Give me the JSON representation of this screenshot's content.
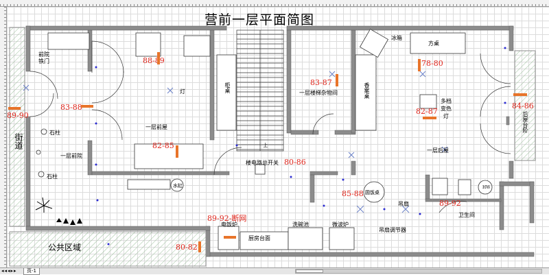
{
  "title": "营前一层平面简图",
  "sheet_tab": "页-1",
  "room_labels": {
    "front_gate": [
      "前院",
      "铁门"
    ],
    "street": "街道",
    "stone_pillar_1": "石柱",
    "stone_pillar_2": "石柱",
    "front_yard": "一层前院",
    "front_room": "一层前屋",
    "lamp": "灯",
    "cabinet_table": "柜桌",
    "stair_storage": "一层楼梯杂物间",
    "incense_table": "香案桌",
    "fridge": "冰箱",
    "square_table": "方桌",
    "multi_lamp": [
      "多档",
      "变色",
      "灯"
    ],
    "back_room": "一层后屋",
    "back_steps": "后屋台阶",
    "main_switch": "楼电路总开关",
    "water_vat": "水缸",
    "round_table": "圆饭桌",
    "ceiling_fan": "吊扇",
    "toilet": "卫生间",
    "rice_cooker": "电饭炉",
    "kitchen_counter": "厨房台面",
    "sink": "洗碗池",
    "microwave": "微波炉",
    "fan_regulator": "吊扇调节器",
    "public_area": "公共区域",
    "toilet_bowl": "HW",
    "up_mark": "上"
  },
  "photo_markers": [
    {
      "id": "m8889",
      "label": "88-89",
      "arrow": "up"
    },
    {
      "id": "m8387",
      "label": "83-87",
      "arrow": "up"
    },
    {
      "id": "m7880",
      "label": "78-80",
      "arrow": "up"
    },
    {
      "id": "m8388",
      "label": "83-88",
      "arrow": "left"
    },
    {
      "id": "m8990",
      "label": "89-90",
      "arrow": "left"
    },
    {
      "id": "m8286",
      "label": "84-86",
      "arrow": "right"
    },
    {
      "id": "m8287",
      "label": "82-87",
      "arrow": "right"
    },
    {
      "id": "m8285",
      "label": "82-85",
      "arrow": "up"
    },
    {
      "id": "m8086",
      "label": "80-86",
      "arrow": "none"
    },
    {
      "id": "m8588",
      "label": "85-88",
      "arrow": "none"
    },
    {
      "id": "m8992",
      "label": "89-92",
      "arrow": "none"
    },
    {
      "id": "m8992dw",
      "label": "89-92-断网",
      "arrow": "left"
    },
    {
      "id": "m8082",
      "label": "80-82",
      "arrow": "up"
    }
  ],
  "colors": {
    "wall": "#8c8c8c",
    "marker": "#e0251b",
    "arrow": "#e8742a",
    "light": "#6b82c8",
    "outlet": "#2b2bd1"
  }
}
